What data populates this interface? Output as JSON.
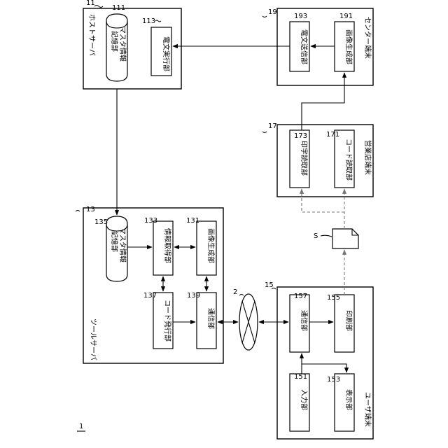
{
  "figure_number": "1",
  "network": {
    "ref": "2"
  },
  "document": {
    "ref": "S"
  },
  "host_server": {
    "ref": "11",
    "title": "ホストサーバ",
    "master_storage": {
      "ref": "111",
      "line1": "マスタ情報",
      "line2": "記憶部"
    },
    "telegram_exec": {
      "ref": "113",
      "label": "電文実行部"
    }
  },
  "center_terminal": {
    "ref": "19",
    "title": "センター端末",
    "telegram_send": {
      "ref": "193",
      "label": "電文送信部"
    },
    "image_gen": {
      "ref": "191",
      "label": "画像生成部"
    }
  },
  "tool_server": {
    "ref": "13",
    "title": "ツールサーバ",
    "master_storage": {
      "ref": "135",
      "line1": "マスタ情報",
      "line2": "記憶部"
    },
    "info_acquire": {
      "ref": "133",
      "label": "情報取得部"
    },
    "image_gen": {
      "ref": "131",
      "label": "画像生成部"
    },
    "code_issue": {
      "ref": "137",
      "label": "コード発行部"
    },
    "comm": {
      "ref": "139",
      "label": "通信部"
    }
  },
  "sales_terminal": {
    "ref": "17",
    "title": "営業店端末",
    "print_reader": {
      "ref": "173",
      "label": "印字読取部"
    },
    "code_reader": {
      "ref": "171",
      "label": "コード読取部"
    }
  },
  "user_terminal": {
    "ref": "15",
    "title": "ユーザ端末",
    "comm": {
      "ref": "157",
      "label": "通信部"
    },
    "print": {
      "ref": "155",
      "label": "印刷部"
    },
    "input": {
      "ref": "151",
      "label": "入力部"
    },
    "display": {
      "ref": "153",
      "label": "表示部"
    }
  }
}
